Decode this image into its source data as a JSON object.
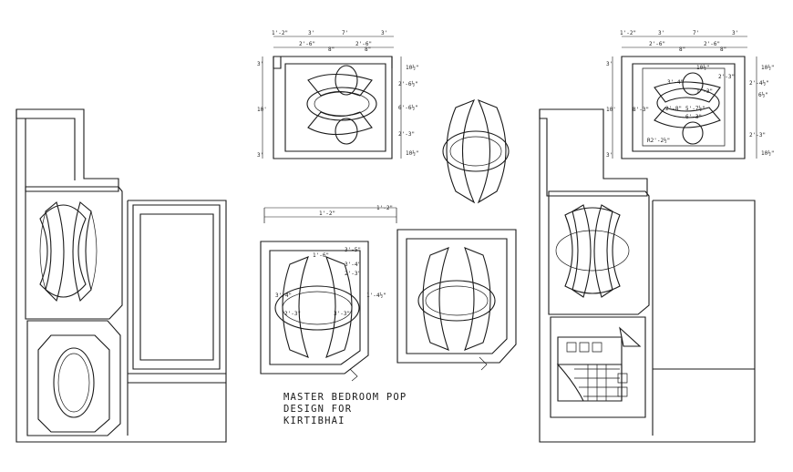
{
  "drawing": {
    "title_lines": [
      "MASTER BEDROOM POP",
      "DESIGN FOR",
      "KIRTIBHAI"
    ],
    "plan_a_dimensions": {
      "top": [
        "1'-2\"",
        "3'",
        "7'",
        "3'",
        "2'-6\"",
        "2'-6\"",
        "8\"",
        "8\""
      ],
      "left": [
        "3'",
        "10'",
        "3'"
      ],
      "right": [
        "10½\"",
        "2'-6½\"",
        "6'-6½\"",
        "2'-3\"",
        "10½\""
      ]
    },
    "plan_b_dimensions": {
      "top": [
        "1'-2\"",
        "3'",
        "7'",
        "3'",
        "2'-6\"",
        "2'-6\"",
        "8\"",
        "8\""
      ],
      "left": [
        "3'",
        "10'",
        "3'",
        "8'-3\""
      ],
      "right": [
        "10½\"",
        "2'-4½\"",
        "6½\"",
        "2'-3\"",
        "10½\""
      ],
      "inner": [
        "10½\"",
        "3'-4\"",
        "2'-3\"",
        "1'-3\"",
        "5'-7½\"",
        "6'-3\"",
        "2'-8\"",
        "R2'-2½\""
      ]
    },
    "plan_c_dimensions": {
      "top": [
        "1'-6\"",
        "3'-5\"",
        "3'-4\"",
        "2'-3\"",
        "1'-4½\"",
        "3'-4\"",
        "2'-3\"",
        "3'-3\""
      ]
    },
    "plan_c_header": [
      "1'-2\"",
      "1'-2\""
    ]
  }
}
